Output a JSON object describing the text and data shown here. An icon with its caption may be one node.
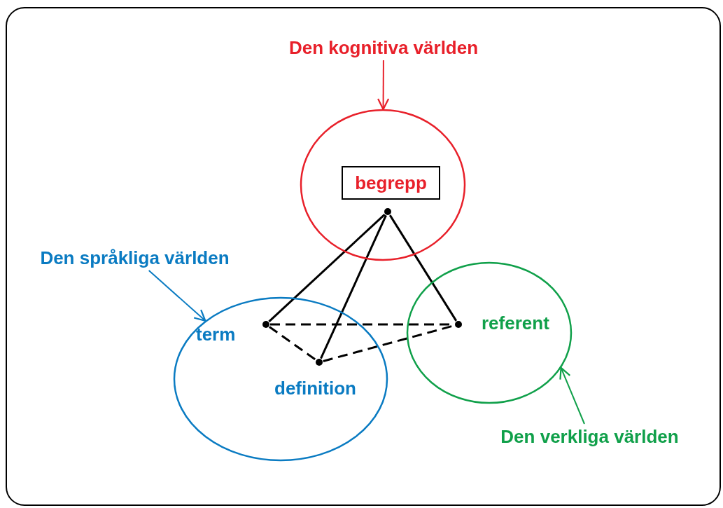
{
  "diagram": {
    "nodes": [
      {
        "text": [
          "Den kognitiva världen"
        ]
      },
      {
        "text": [],
        "shape": "circle"
      },
      {
        "text": [
          "begrepp"
        ],
        "in": 1
      },
      {
        "text": [],
        "shape": "circle",
        "in": 1
      },
      {
        "text": [
          "Den språkliga världen"
        ]
      },
      {
        "text": [],
        "shape": "circle"
      },
      {
        "text": [],
        "shape": "circle",
        "in": 5,
        "beside": [
          "term"
        ]
      },
      {
        "text": [],
        "shape": "circle",
        "in": 5,
        "beside": [
          "definition"
        ]
      },
      {
        "text": [],
        "shape": "circle"
      },
      {
        "text": [],
        "shape": "circle",
        "in": 8,
        "beside": [
          "referent"
        ]
      },
      {
        "text": [
          "Den verkliga världen"
        ]
      }
    ],
    "edges": [
      {
        "from": 0,
        "to": 1,
        "arrow": "to",
        "color": "#e8202a"
      },
      {
        "from": 4,
        "to": 5,
        "arrow": "to",
        "color": "#0a7bc2"
      },
      {
        "from": 10,
        "to": 8,
        "arrow": "to",
        "color": "#10a04a"
      },
      {
        "from": 3,
        "to": 6,
        "arrow": "none"
      },
      {
        "from": 3,
        "to": 7,
        "arrow": "none"
      },
      {
        "from": 3,
        "to": 9,
        "arrow": "none"
      },
      {
        "from": 6,
        "to": 9,
        "arrow": "none",
        "style": "dashed"
      },
      {
        "from": 6,
        "to": 7,
        "arrow": "none",
        "style": "dashed"
      },
      {
        "from": 7,
        "to": 9,
        "arrow": "none",
        "style": "dashed"
      }
    ]
  }
}
